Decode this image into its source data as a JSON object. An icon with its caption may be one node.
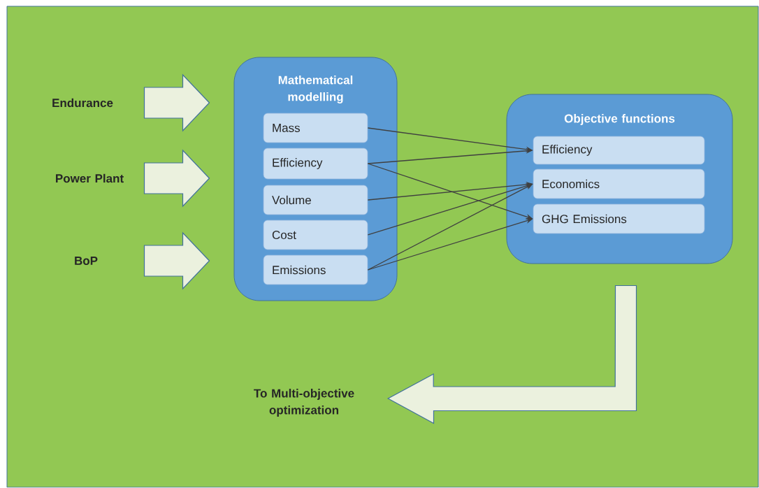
{
  "diagram": {
    "nodes": [
      {
        "text": [
          "Endurance"
        ]
      },
      {
        "text": [
          "Power Plant"
        ]
      },
      {
        "text": [
          "BoP"
        ]
      },
      {
        "text": [
          "Mathematical modelling"
        ]
      },
      {
        "text": [
          "Mass"
        ],
        "in": 3
      },
      {
        "text": [
          "Efficiency"
        ],
        "in": 3
      },
      {
        "text": [
          "Volume"
        ],
        "in": 3
      },
      {
        "text": [
          "Cost"
        ],
        "in": 3
      },
      {
        "text": [
          "Emissions"
        ],
        "in": 3
      },
      {
        "text": [
          "Objective functions"
        ]
      },
      {
        "text": [
          "Efficiency"
        ],
        "in": 9
      },
      {
        "text": [
          "Economics"
        ],
        "in": 9
      },
      {
        "text": [
          "GHG Emissions"
        ],
        "in": 9
      },
      {
        "text": [
          "To Multi-objective optimization"
        ]
      }
    ],
    "edges": [
      {
        "from": 0,
        "to": 3,
        "arrow": "to",
        "style": "thick",
        "color": "#ebf1de"
      },
      {
        "from": 1,
        "to": 3,
        "arrow": "to",
        "style": "thick",
        "color": "#ebf1de"
      },
      {
        "from": 2,
        "to": 3,
        "arrow": "to",
        "style": "thick",
        "color": "#ebf1de"
      },
      {
        "from": 4,
        "to": 10,
        "arrow": "to"
      },
      {
        "from": 5,
        "to": 10,
        "arrow": "to"
      },
      {
        "from": 5,
        "to": 12,
        "arrow": "to"
      },
      {
        "from": 6,
        "to": 11,
        "arrow": "to"
      },
      {
        "from": 7,
        "to": 11,
        "arrow": "to"
      },
      {
        "from": 8,
        "to": 11,
        "arrow": "to"
      },
      {
        "from": 8,
        "to": 12,
        "arrow": "to"
      },
      {
        "from": 9,
        "to": 13,
        "arrow": "to",
        "style": "thick",
        "color": "#ebf1de"
      }
    ]
  }
}
